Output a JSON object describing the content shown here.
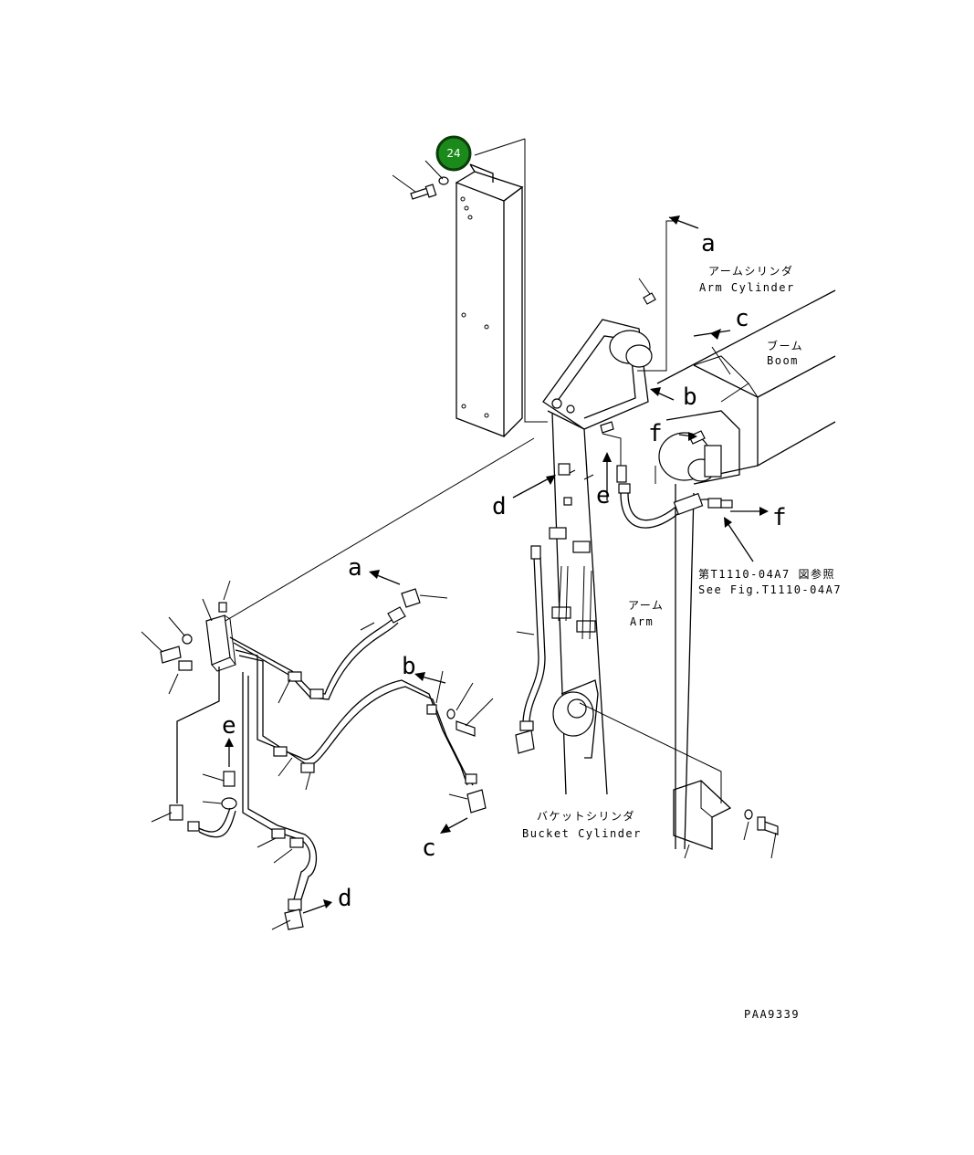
{
  "callout": {
    "number": "24",
    "color": "#1a8a1a",
    "ring": "#0b3d0b"
  },
  "captions": {
    "arm_cylinder_jp": "アームシリンダ",
    "arm_cylinder_en": "Arm Cylinder",
    "boom_jp": "ブーム",
    "boom_en": "Boom",
    "arm_jp": "アーム",
    "arm_en": "Arm",
    "bucket_cylinder_jp": "バケットシリンダ",
    "bucket_cylinder_en": "Bucket Cylinder",
    "see_fig_jp": "第T1110-04A7 図参照",
    "see_fig_en": "See Fig.T1110-04A7"
  },
  "letters": {
    "a1": "a",
    "a2": "a",
    "b1": "b",
    "b2": "b",
    "c1": "c",
    "c2": "c",
    "d1": "d",
    "d2": "d",
    "e1": "e",
    "e2": "e",
    "f1": "f",
    "f2": "f"
  },
  "drawing_code": "PAA9339"
}
